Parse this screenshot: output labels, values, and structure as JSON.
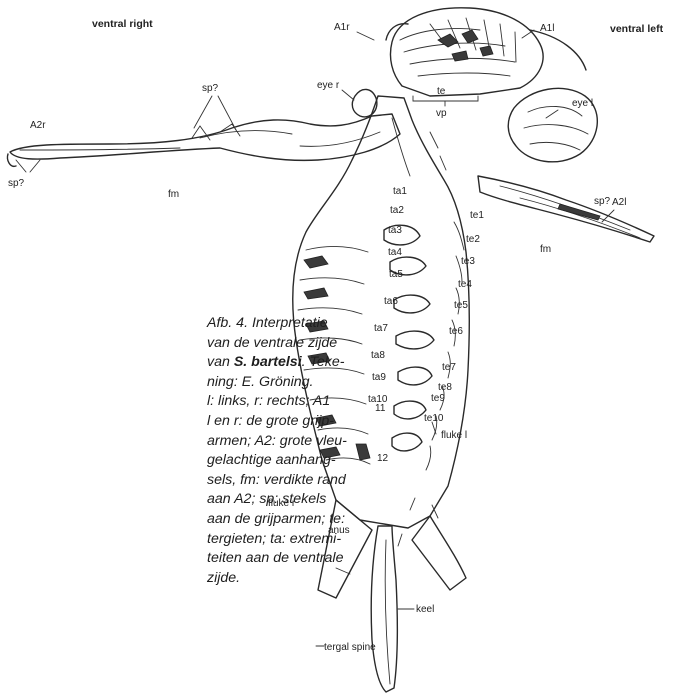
{
  "labels": {
    "ventral_right": "ventral right",
    "ventral_left": "ventral left",
    "a1r": "A1r",
    "a1l": "A1l",
    "eye_r": "eye r",
    "eye_l": "eye l",
    "a2r": "A2r",
    "a2l": "A2l",
    "sp1": "sp?",
    "sp2": "sp?",
    "sp3": "sp?",
    "te": "te",
    "vp": "vp",
    "fm_left": "fm",
    "fm_right": "fm",
    "ta1": "ta1",
    "ta2": "ta2",
    "ta3": "ta3",
    "ta4": "ta4",
    "ta5": "ta5",
    "ta6": "ta6",
    "ta7": "ta7",
    "ta8": "ta8",
    "ta9": "ta9",
    "ta10": "ta10",
    "te1": "te1",
    "te2": "te2",
    "te3": "te3",
    "te4": "te4",
    "te5": "te5",
    "te6": "te6",
    "te7": "te7",
    "te8": "te8",
    "te9": "te9",
    "te10": "te10",
    "t11": "11",
    "t12": "12",
    "fluke_l": "fluke l",
    "fluke_r": "fluke r",
    "anus": "anus",
    "keel": "keel",
    "tergal_spine": "tergal spine"
  },
  "caption": {
    "line1": "Afb. 4. Interpretatie",
    "line2": "van de ventrale zijde",
    "line3_pre": "van ",
    "line3_species": "S. bartelsi",
    "line3_post": ". Teke-",
    "line4": "ning: E. Gröning.",
    "line5": "l: links, r: rechts; A1",
    "line6": "l en r: de grote grijp-",
    "line7": "armen; A2: grote vleu-",
    "line8": "gelachtige aanhang-",
    "line9": "sels, fm: verdikte rand",
    "line10": "aan A2; sp: stekels",
    "line11": "aan de grijparmen; te:",
    "line12": "tergieten; ta: extremi-",
    "line13": "teiten aan de ventrale",
    "line14": "zijde."
  }
}
